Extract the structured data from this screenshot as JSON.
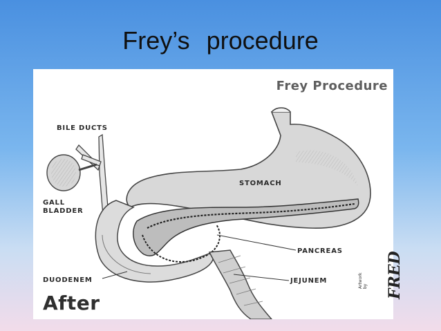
{
  "slide": {
    "title": "Frey’s    procedure"
  },
  "figure": {
    "title": "Frey Procedure",
    "caption": "After",
    "labels": {
      "bile_ducts": "Bile Ducts",
      "gall_bladder_line1": "Gall",
      "gall_bladder_line2": "Bladder",
      "stomach": "Stomach",
      "pancreas": "Pancreas",
      "duodenem": "Duodenem",
      "jejunem": "Jejunem"
    },
    "credit": {
      "artwork_by": "Artwork by",
      "signature": "FRED"
    }
  }
}
